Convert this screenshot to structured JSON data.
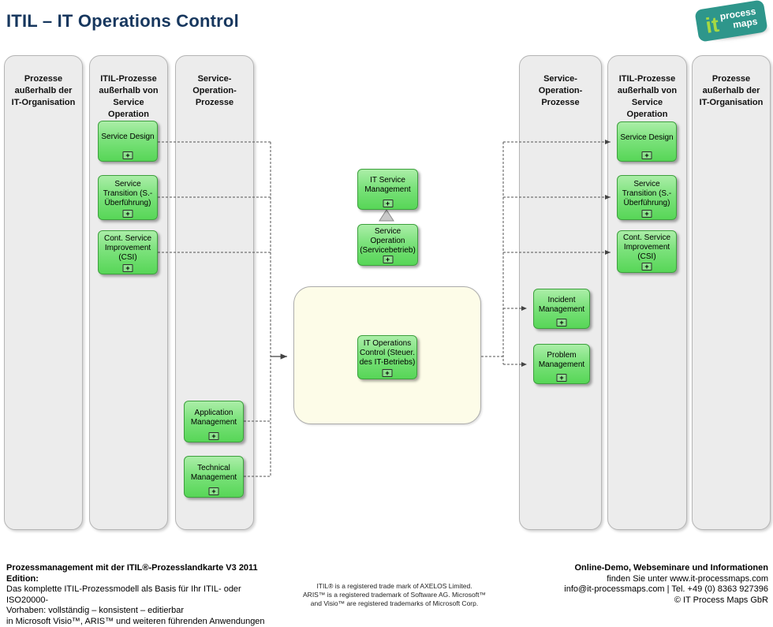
{
  "title": "ITIL – IT Operations Control",
  "logo": {
    "it": "it",
    "process": "process",
    "maps": "maps"
  },
  "expand_glyph": "+",
  "columns": {
    "left_outside": {
      "header": "Prozesse außerhalb der IT-Organisation"
    },
    "left_itil": {
      "header": "ITIL-Prozesse außerhalb von Service Operation"
    },
    "left_so": {
      "header": "Service-Operation-Prozesse"
    },
    "right_so": {
      "header": "Service-Operation-Prozesse"
    },
    "right_itil": {
      "header": "ITIL-Prozesse außerhalb von Service Operation"
    },
    "right_outside": {
      "header": "Prozesse außerhalb der IT-Organisation"
    }
  },
  "boxes": {
    "service_design_left": "Service Design",
    "service_transition_left": "Service Transition (S.-Überführung)",
    "csi_left": "Cont. Service Improvement (CSI)",
    "application_mgmt": "Application Management",
    "technical_mgmt": "Technical Management",
    "it_service_mgmt": "IT Service Management",
    "service_operation": "Service Operation (Servicebetrieb)",
    "it_operations_control": "IT Operations Control (Steuer. des IT-Betriebs)",
    "incident_mgmt": "Incident Management",
    "problem_mgmt": "Problem Management",
    "service_design_right": "Service Design",
    "service_transition_right": "Service Transition (S.-Überführung)",
    "csi_right": "Cont. Service Improvement (CSI)"
  },
  "footer": {
    "left": {
      "line1": "Prozessmanagement mit der ITIL®-Prozesslandkarte V3 2011 Edition:",
      "line2": "Das komplette ITIL-Prozessmodell als Basis für Ihr ITIL- oder ISO20000-",
      "line3": "Vorhaben: vollständig – konsistent – editierbar",
      "line4": "in Microsoft Visio™, ARIS™ und weiteren führenden Anwendungen"
    },
    "center": {
      "line1": "ITIL® is a registered trade mark of AXELOS Limited.",
      "line2": "ARIS™ is a  registered trademark of Software AG. Microsoft™",
      "line3": "and Visio™ are registered trademarks of Microsoft Corp."
    },
    "right": {
      "line1": "Online-Demo, Webseminare und Informationen",
      "line2": "finden Sie unter www.it-processmaps.com",
      "line3": "info@it-processmaps.com | Tel. +49 (0) 8363 927396",
      "line4": "© IT Process Maps GbR"
    }
  },
  "colors": {
    "title_navy": "#17375E",
    "box_green_top": "#ABEEA8",
    "box_green_bottom": "#57D657",
    "box_green_border": "#3DA03D",
    "column_gray": "#ECECEC",
    "detail_panel_yellow": "#FDFCE8",
    "logo_teal": "#2E968B",
    "logo_lime": "#A6D943",
    "connector_gray": "#555555"
  }
}
